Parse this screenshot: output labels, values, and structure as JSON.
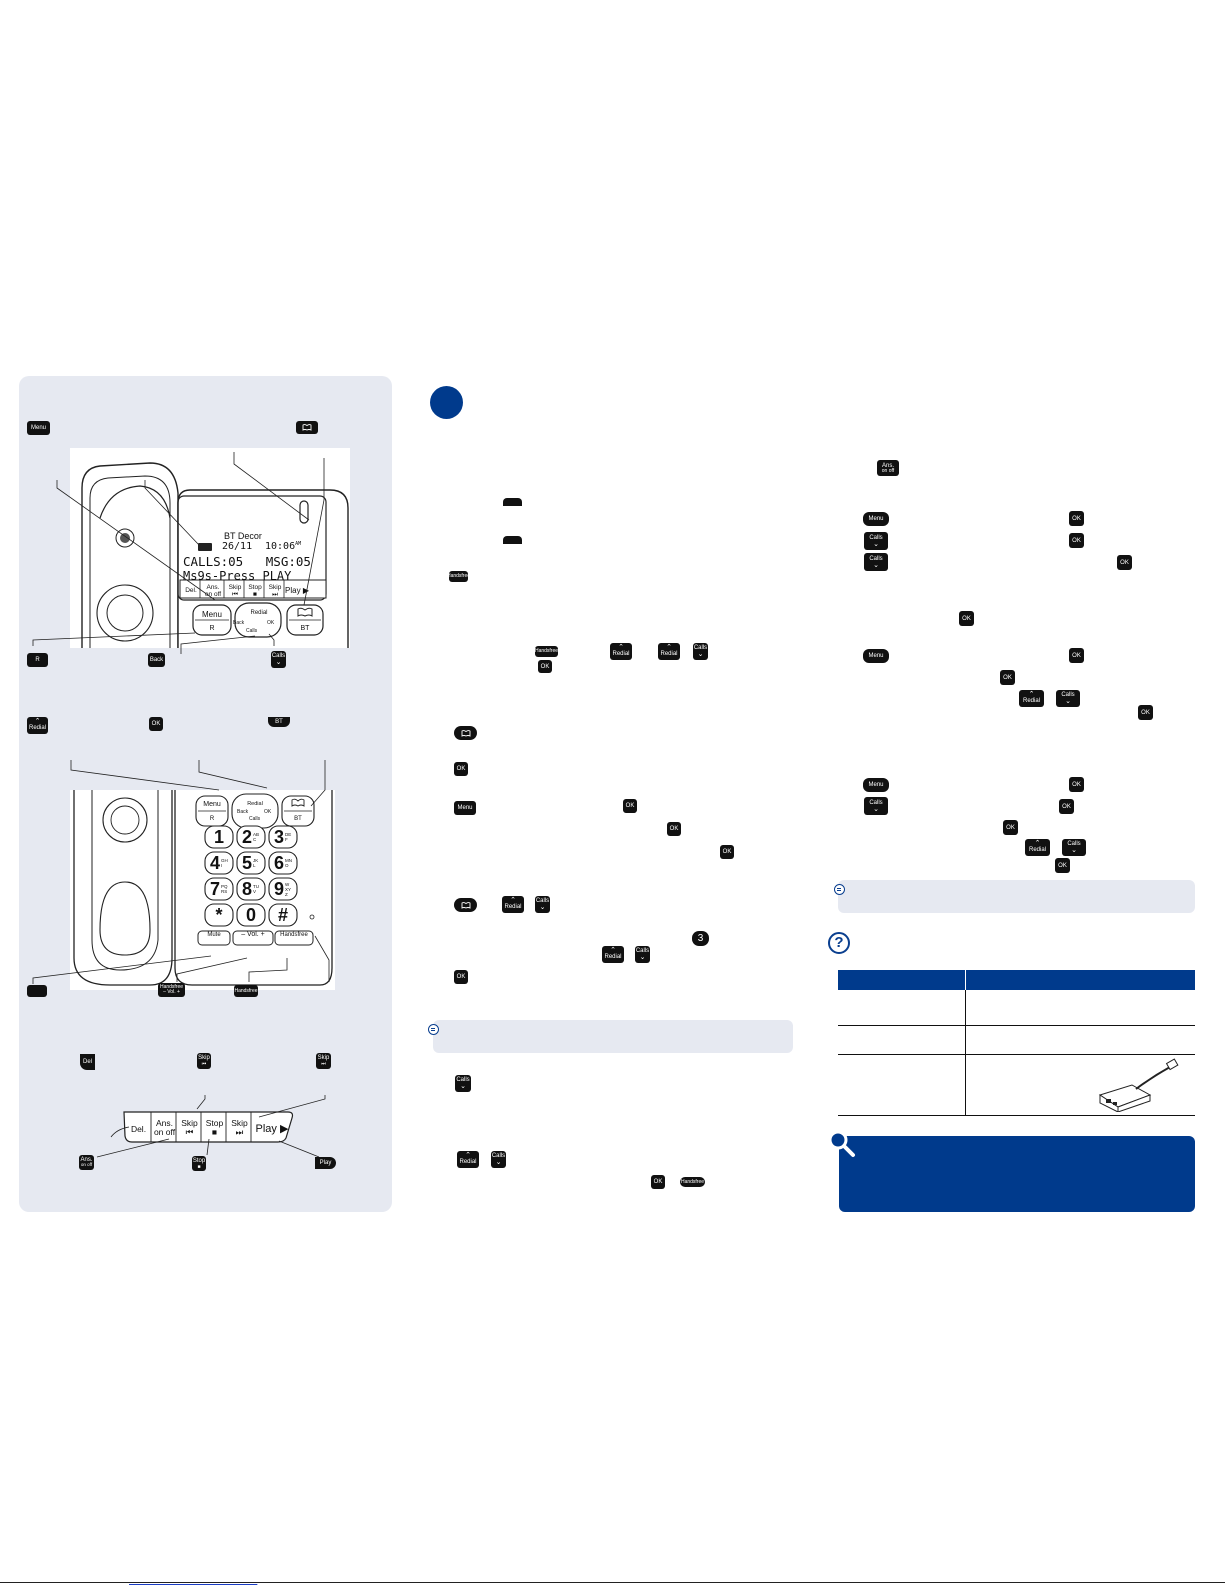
{
  "display": {
    "brand": "BT Decor",
    "date": "26/11",
    "time": "10:06",
    "time_suffix": "AM",
    "line1": "CALLS:05   MSG:05",
    "line2": "Ms9s-Press PLAY"
  },
  "base_keys": {
    "del": "Del.",
    "ans": "Ans.",
    "on_off": "on off",
    "skip": "Skip",
    "stop": "Stop",
    "play": "Play",
    "menu": "Menu",
    "r": "R",
    "redial": "Redial",
    "back": "Back",
    "ok": "OK",
    "calls": "Calls",
    "bt": "BT",
    "mute": "Mute",
    "vol": "Vol.",
    "handsfree": "Handsfree"
  },
  "keypad": {
    "digits": [
      "1",
      "2",
      "3",
      "4",
      "5",
      "6",
      "7",
      "8",
      "9",
      "*",
      "0",
      "#"
    ],
    "letters": [
      "",
      "ABC",
      "DEF",
      "GHI",
      "JKL",
      "MNO",
      "PQRS",
      "TUV",
      "WXYZ",
      "",
      "",
      ""
    ]
  },
  "key_icons": {
    "menu": "Menu",
    "r": "R",
    "back": "Back",
    "calls": "Calls",
    "redial": "Redial",
    "ok": "OK",
    "bt": "BT",
    "handsfree": "Handsfree",
    "vol": "– Vol. +",
    "del": "Del",
    "skip": "Skip",
    "ans": "Ans.",
    "on_off": "on off",
    "stop": "Stop",
    "play": "Play",
    "three": "3"
  },
  "icons": {
    "phonebook": "phonebook-icon",
    "note": "note-icon",
    "help": "question-mark-icon",
    "tip": "magnifier-icon",
    "splitter": "adsl-splitter-icon"
  },
  "footer": {
    "link": "                                          "
  },
  "colors": {
    "panel_bg": "#e6e9f1",
    "accent_blue": "#003a8c",
    "key_black": "#111111"
  }
}
